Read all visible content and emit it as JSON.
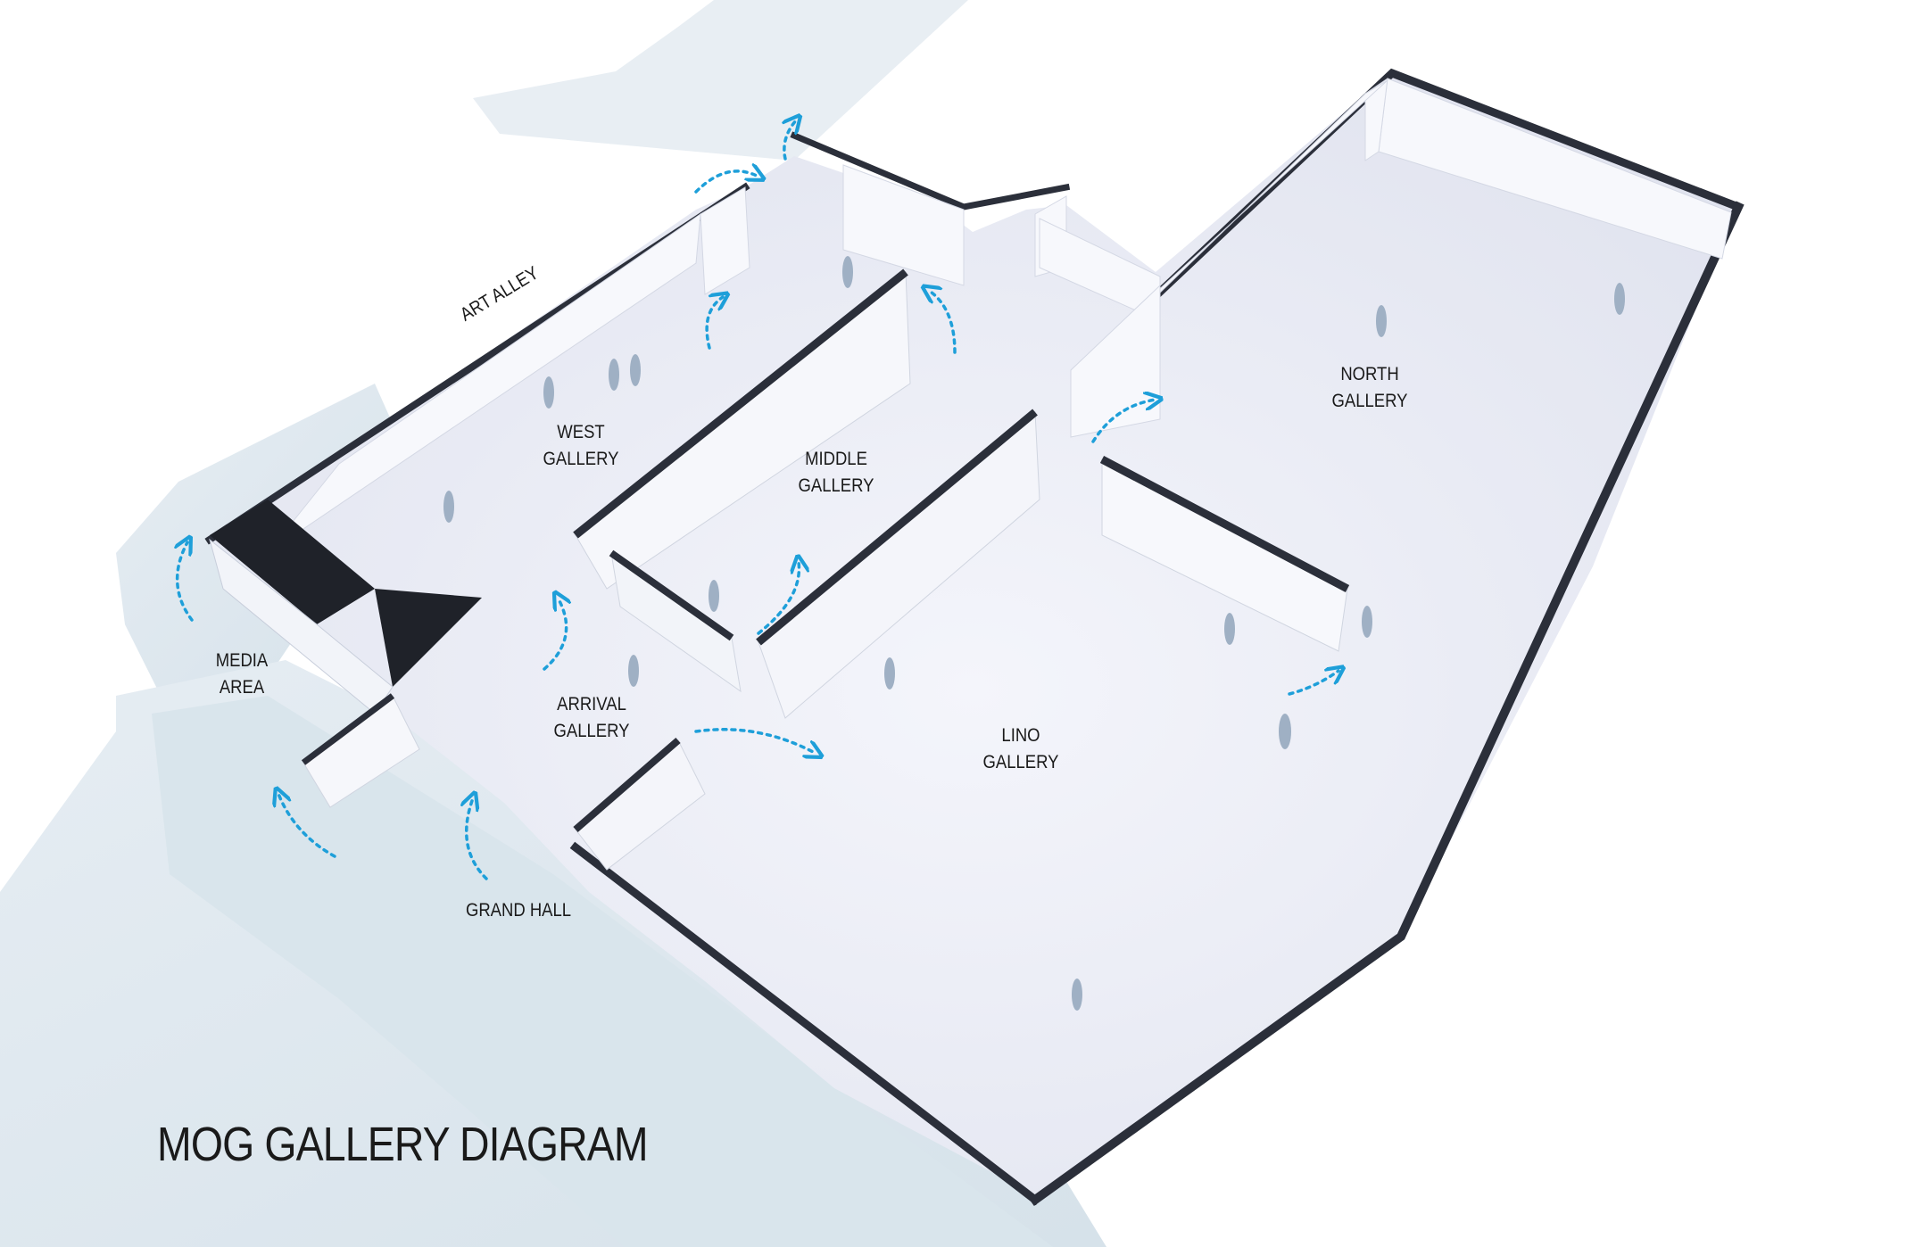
{
  "title": "MOG GALLERY DIAGRAM",
  "labels": {
    "art_alley": "ART ALLEY",
    "west_gallery": [
      "WEST",
      "GALLERY"
    ],
    "middle_gallery": [
      "MIDDLE",
      "GALLERY"
    ],
    "north_gallery": [
      "NORTH",
      "GALLERY"
    ],
    "media_area": [
      "MEDIA",
      "AREA"
    ],
    "arrival_gallery": [
      "ARRIVAL",
      "GALLERY"
    ],
    "lino_gallery": [
      "LINO",
      "GALLERY"
    ],
    "grand_hall": "GRAND HALL"
  },
  "colors": {
    "ground": "#dde6ee",
    "floor": "#eceef7",
    "wall_top": "#2b2f3a",
    "wall_face": "#f7f8fc",
    "arrow": "#1e9fd9",
    "text": "#1a1a1a"
  }
}
